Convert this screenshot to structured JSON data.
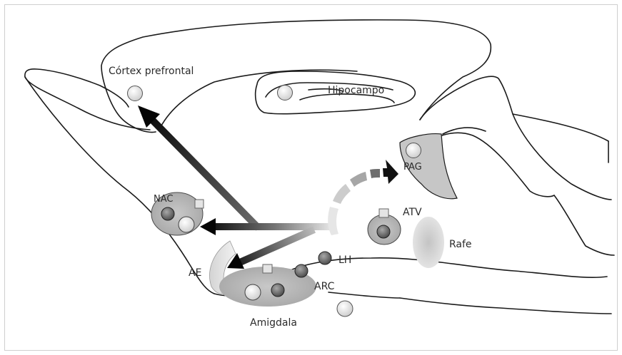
{
  "diagram": {
    "labels": {
      "cortex": "Córtex prefrontal",
      "hippocampus": "Hipocampo",
      "pag": "PAG",
      "nac": "NAC",
      "atv": "ATV",
      "rafe": "Rafe",
      "lh": "LH",
      "ae": "AE",
      "arc": "ARC",
      "amygdala": "Amigdala"
    },
    "colors": {
      "outline": "#1a1a1a",
      "gray_region": "#bdbdbd",
      "dark_neuron": "#7a7a7a",
      "light_neuron": "#f2f2f2",
      "arrow_dark": "#111111"
    }
  }
}
